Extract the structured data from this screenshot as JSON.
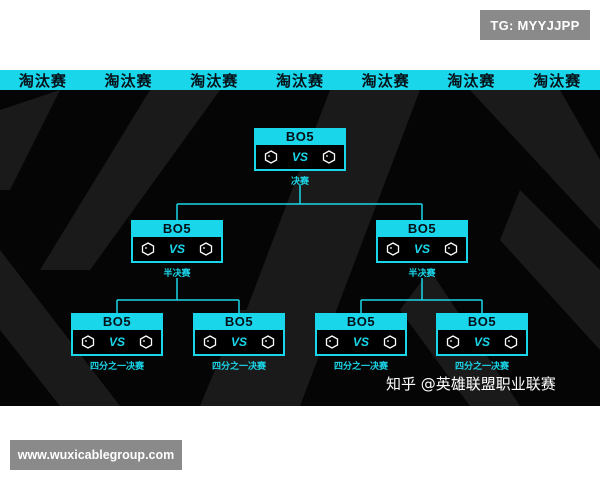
{
  "top_badge": "TG: MYYJJPP",
  "banner": {
    "words": [
      "淘汰赛",
      "淘汰赛",
      "淘汰赛",
      "淘汰赛",
      "淘汰赛",
      "淘汰赛",
      "淘汰赛"
    ]
  },
  "bracket": {
    "final": {
      "format": "BO5",
      "vs": "VS",
      "label": "决赛"
    },
    "semi_left": {
      "format": "BO5",
      "vs": "VS",
      "label": "半决赛"
    },
    "semi_right": {
      "format": "BO5",
      "vs": "VS",
      "label": "半决赛"
    },
    "qf1": {
      "format": "BO5",
      "vs": "VS",
      "label": "四分之一决赛"
    },
    "qf2": {
      "format": "BO5",
      "vs": "VS",
      "label": "四分之一决赛"
    },
    "qf3": {
      "format": "BO5",
      "vs": "VS",
      "label": "四分之一决赛"
    },
    "qf4": {
      "format": "BO5",
      "vs": "VS",
      "label": "四分之一决赛"
    }
  },
  "watermark": "知乎 @英雄联盟职业联赛",
  "bottom_url": "www.wuxicablegroup.com",
  "colors": {
    "accent": "#1ad6ea",
    "panel": "#050505",
    "badge": "#8a8a8a"
  }
}
